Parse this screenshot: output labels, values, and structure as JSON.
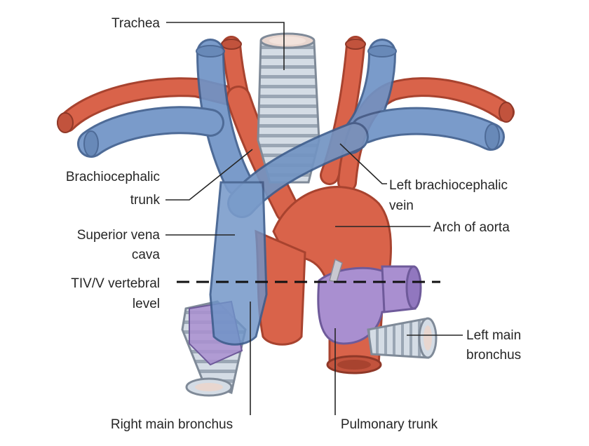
{
  "labels": {
    "trachea": "Trachea",
    "brachiocephalic_trunk_1": "Brachiocephalic",
    "brachiocephalic_trunk_2": "trunk",
    "superior_vena_cava_1": "Superior vena",
    "superior_vena_cava_2": "cava",
    "vertebral_level_1": "TIV/V vertebral",
    "vertebral_level_2": "level",
    "right_main_bronchus": "Right main bronchus",
    "pulmonary_trunk": "Pulmonary trunk",
    "left_main_bronchus_1": "Left main",
    "left_main_bronchus_2": "bronchus",
    "arch_of_aorta": "Arch of aorta",
    "left_brachiocephalic_vein_1": "Left brachiocephalic",
    "left_brachiocephalic_vein_2": "vein"
  },
  "colors": {
    "artery": "#d9634a",
    "artery_dark": "#a8432f",
    "vein": "#6f93c6",
    "vein_dark": "#3f5f8f",
    "airway": "#c9d2dc",
    "airway_dark": "#7f8a98",
    "pulmonary": "#a98fd0",
    "pulmonary_dark": "#6e5a9a",
    "leader": "#262626"
  }
}
